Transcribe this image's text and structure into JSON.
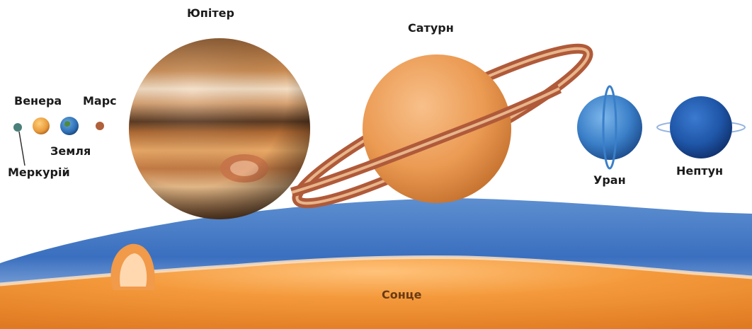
{
  "labels": {
    "jupiter": "Юпітер",
    "saturn": "Сатурн",
    "venus": "Венера",
    "mars": "Марс",
    "earth": "Земля",
    "mercury": "Меркурій",
    "uranus": "Уран",
    "neptune": "Нептун",
    "sun": "Сонце"
  },
  "colors": {
    "sun_surface": "#f29a3a",
    "sun_corona": "#3f79c4",
    "jupiter_band": "#c27a3e",
    "saturn_body": "#f0a45a",
    "uranus": "#3a7fc8",
    "neptune": "#1f56a8",
    "earth": "#2d6fb5",
    "venus": "#e89a3a",
    "mars": "#b0603a",
    "mercury": "#4a7f7a"
  }
}
